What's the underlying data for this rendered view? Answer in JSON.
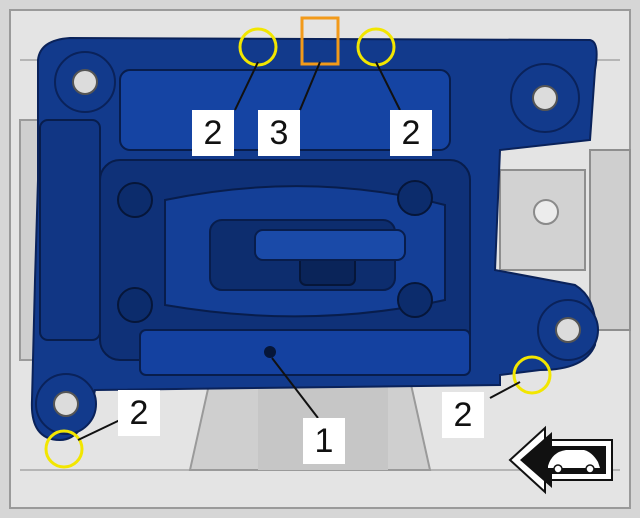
{
  "callouts": [
    {
      "id": "c2-top-left",
      "label": "2"
    },
    {
      "id": "c3-top",
      "label": "3"
    },
    {
      "id": "c2-top-right",
      "label": "2"
    },
    {
      "id": "c2-bottom-left",
      "label": "2"
    },
    {
      "id": "c1-bottom",
      "label": "1"
    },
    {
      "id": "c2-bottom-right",
      "label": "2"
    }
  ],
  "colors": {
    "background": "#d9d9d9",
    "part_fill": "#123a8c",
    "part_dark": "#0b2763",
    "highlight_circle": "#f2e600",
    "highlight_square": "#f29a1a",
    "leader_line": "#ffffff"
  },
  "icons": {
    "direction_arrow": "arrow-left-with-car-icon"
  }
}
